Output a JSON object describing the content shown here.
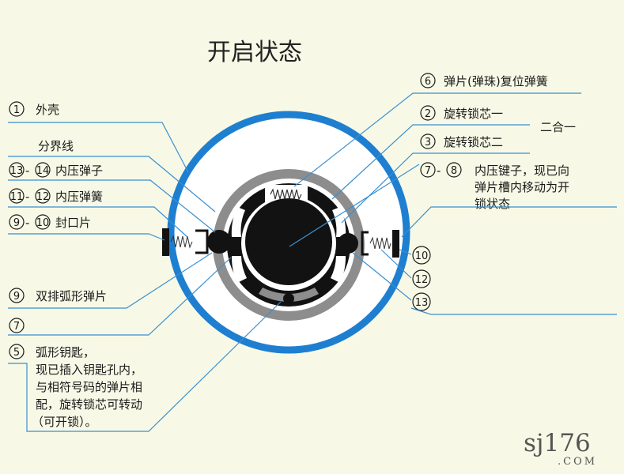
{
  "title": "开启状态",
  "labels": {
    "l1_num": "1",
    "l1_text": "外壳",
    "l_divider": "分界线",
    "l1314_a": "13",
    "l1314_b": "14",
    "l1314_text": "内压弹子",
    "l1112_a": "11",
    "l1112_b": "12",
    "l1112_text": "内压弹簧",
    "l910_a": "9",
    "l910_b": "10",
    "l910_text": "封口片",
    "l9_num": "9",
    "l9_text": "双排弧形弹片",
    "l7_num": "7",
    "l5_num": "5",
    "l5_lines": [
      "弧形钥匙，",
      "现已插入钥匙孔内，",
      "与相符号码的弹片相",
      "配，旋转锁芯可转动",
      "（可开锁）。"
    ],
    "r6_num": "6",
    "r6_text": "弹片(弹珠)复位弹簧",
    "r2_num": "2",
    "r2_text": "旋转锁芯一",
    "r_combined": "二合一",
    "r3_num": "3",
    "r3_text": "旋转锁芯二",
    "r78_a": "7",
    "r78_b": "8",
    "r78_lines": [
      "内压键子，现已向",
      "弹片槽内移动为开",
      "锁状态"
    ],
    "r10_num": "10",
    "r12_num": "12",
    "r13_num": "13"
  },
  "watermark": {
    "main": "sj176",
    "sub": ".COM"
  },
  "colors": {
    "blue": "#1e7fd0",
    "lead": "#3a8fd0",
    "grey": "#8d8d8d",
    "black": "#121212",
    "bg": "#f7f9e6"
  }
}
